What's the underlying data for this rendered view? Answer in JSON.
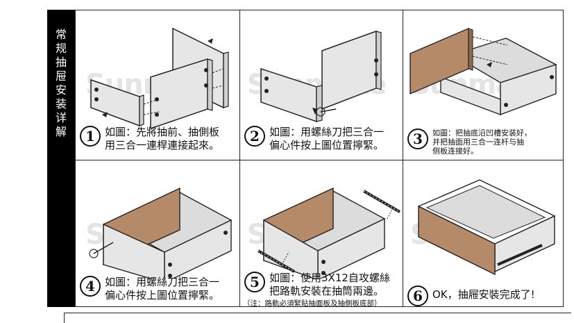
{
  "side_title_chars": [
    "常",
    "规",
    "抽",
    "屉",
    "安",
    "装",
    "详",
    "解"
  ],
  "watermark": "Sunmake",
  "steps": [
    {
      "num": "1",
      "lines": [
        "如圖：先將抽前、抽側板",
        "用三合一連桿連接起來。"
      ]
    },
    {
      "num": "2",
      "lines": [
        "如圖：用螺絲刀把三合一",
        "偏心件按上圖位置擰緊。"
      ]
    },
    {
      "num": "3",
      "lines": [
        "如圖：把抽底沿凹槽安装好，",
        "并把抽面用三合一连杆与抽",
        "侧板连接好。"
      ]
    },
    {
      "num": "4",
      "lines": [
        "如圖：用螺絲刀把三合一",
        "偏心件按上圖位置擰緊。"
      ]
    },
    {
      "num": "5",
      "lines": [
        "如圖：使用3X12自攻螺絲",
        "把路軌安裝在抽筒兩邊。"
      ],
      "note": "（注：路軌必須緊貼抽面板及抽側板底部）"
    },
    {
      "num": "6",
      "lines": [
        "OK，抽屜安裝完成了!"
      ]
    }
  ],
  "colors": {
    "wood": "#b58a68",
    "panel": "#e6e6e6",
    "panel_dark": "#d2d2d2",
    "bar": "#000000"
  }
}
